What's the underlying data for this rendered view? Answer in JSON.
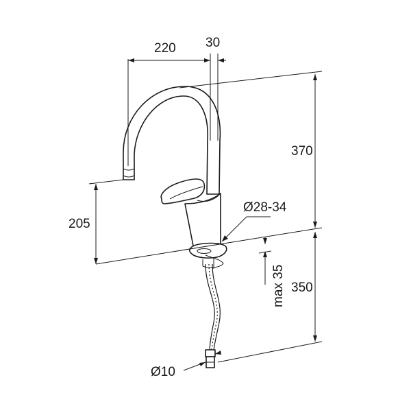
{
  "drawing": {
    "subject": "",
    "dimensions": {
      "spout_reach": "220",
      "spout_width": "30",
      "total_height": "370",
      "spout_height": "205",
      "hole_diameter": "Ø28-34",
      "max_thickness": "max 35",
      "hose_length": "350",
      "connection_diameter": "Ø10"
    }
  }
}
